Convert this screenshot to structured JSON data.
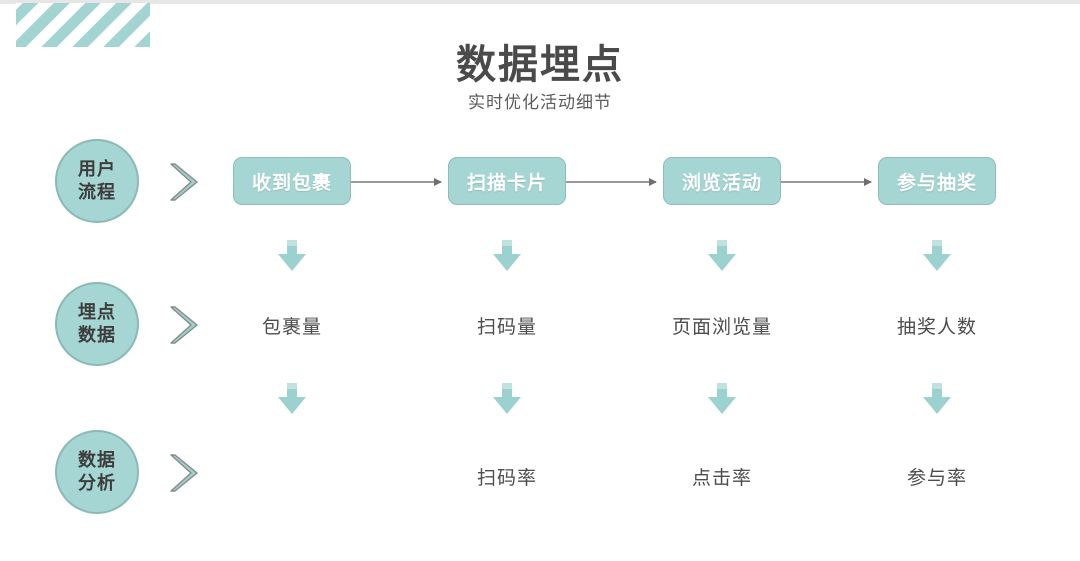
{
  "header": {
    "title": "数据埋点",
    "subtitle": "实时优化活动细节"
  },
  "decoration": {
    "stripe_block_name": "diagonal-stripe-decoration",
    "stripe_color": "#a2d5d2"
  },
  "colors": {
    "accent": "#a5d6d3",
    "accent_border": "#8dbcb9",
    "arrow": "#9bd1ce",
    "text_dark": "#4a4a4a",
    "connector_line": "#9a9a9a"
  },
  "lanes": [
    {
      "line1": "用户",
      "line2": "流程",
      "chevron_icon": "chevron-right-icon"
    },
    {
      "line1": "埋点",
      "line2": "数据",
      "chevron_icon": "chevron-right-icon"
    },
    {
      "line1": "数据",
      "line2": "分析",
      "chevron_icon": "chevron-right-icon"
    }
  ],
  "flow_steps": [
    {
      "label": "收到包裹"
    },
    {
      "label": "扫描卡片"
    },
    {
      "label": "浏览活动"
    },
    {
      "label": "参与抽奖"
    }
  ],
  "tracking_metrics": [
    {
      "label": "包裹量"
    },
    {
      "label": "扫码量"
    },
    {
      "label": "页面浏览量"
    },
    {
      "label": "抽奖人数"
    }
  ],
  "analysis_metrics": [
    {
      "label": ""
    },
    {
      "label": "扫码率"
    },
    {
      "label": "点击率"
    },
    {
      "label": "参与率"
    }
  ],
  "arrows": {
    "down_icon": "arrow-down-icon",
    "right_connector_icon": "arrow-right-icon",
    "row1_count": 4,
    "row2_count": 4
  }
}
